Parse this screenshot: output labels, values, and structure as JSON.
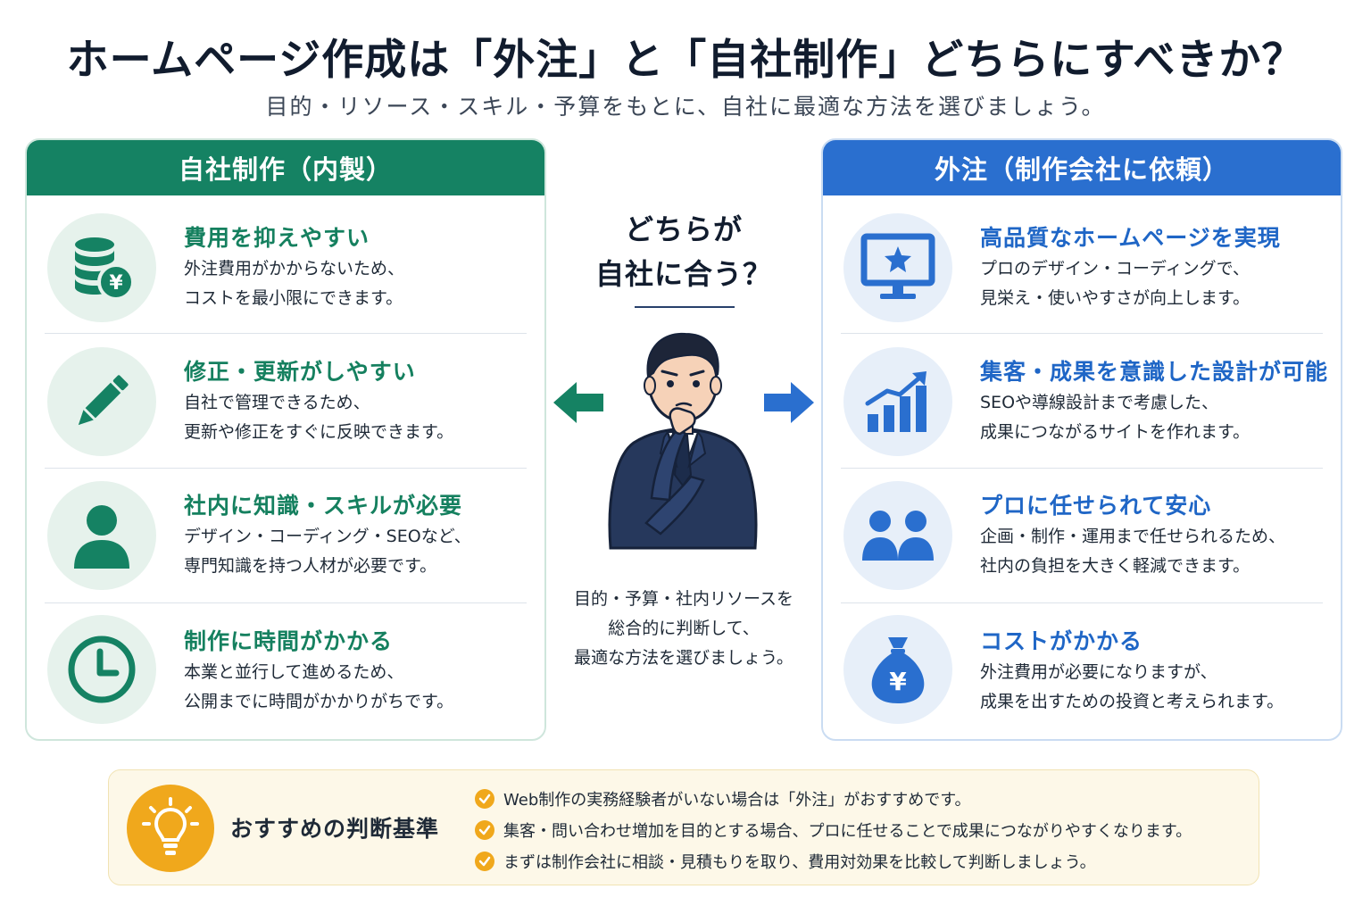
{
  "header": {
    "title": "ホームページ作成は「外注」と「自社制作」どちらにすべきか？",
    "subtitle": "目的・リソース・スキル・予算をもとに、自社に最適な方法を選びましょう。"
  },
  "in_house": {
    "heading": "自社制作（内製）",
    "items": [
      {
        "icon": "coin-stack-yen-icon",
        "title": "費用を抑えやすい",
        "lines": [
          "外注費用がかからないため、",
          "コストを最小限にできます。"
        ]
      },
      {
        "icon": "pencil-icon",
        "title": "修正・更新がしやすい",
        "lines": [
          "自社で管理できるため、",
          "更新や修正をすぐに反映できます。"
        ]
      },
      {
        "icon": "person-icon",
        "title": "社内に知識・スキルが必要",
        "lines": [
          "デザイン・コーディング・SEOなど、",
          "専門知識を持つ人材が必要です。"
        ]
      },
      {
        "icon": "clock-icon",
        "title": "制作に時間がかかる",
        "lines": [
          "本業と並行して進めるため、",
          "公開までに時間がかかりがちです。"
        ]
      }
    ]
  },
  "outsource": {
    "heading": "外注（制作会社に依頼）",
    "items": [
      {
        "icon": "monitor-star-icon",
        "title": "高品質なホームページを実現",
        "lines": [
          "プロのデザイン・コーディングで、",
          "見栄え・使いやすさが向上します。"
        ]
      },
      {
        "icon": "growth-chart-icon",
        "title": "集客・成果を意識した設計が可能",
        "lines": [
          "SEOや導線設計まで考慮した、",
          "成果につながるサイトを作れます。"
        ]
      },
      {
        "icon": "team-icon",
        "title": "プロに任せられて安心",
        "lines": [
          "企画・制作・運用まで任せられるため、",
          "社内の負担を大きく軽減できます。"
        ]
      },
      {
        "icon": "money-bag-yen-icon",
        "title": "コストがかかる",
        "lines": [
          "外注費用が必要になりますが、",
          "成果を出すための投資と考えられます。"
        ]
      }
    ]
  },
  "center": {
    "question_lines": [
      "どちらが",
      "自社に合う？"
    ],
    "note_lines": [
      "目的・予算・社内リソースを",
      "総合的に判断して、",
      "最適な方法を選びましょう。"
    ]
  },
  "recommendation": {
    "title": "おすすめの判断基準",
    "points": [
      "Web制作の実務経験者がいない場合は「外注」がおすすめです。",
      "集客・問い合わせ増加を目的とする場合、プロに任せることで成果につながりやすくなります。",
      "まずは制作会社に相談・見積もりを取り、費用対効果を比較して判断しましょう。"
    ]
  },
  "colors": {
    "green": "#158263",
    "blue": "#2a6fcf",
    "orange": "#f0a81c"
  }
}
